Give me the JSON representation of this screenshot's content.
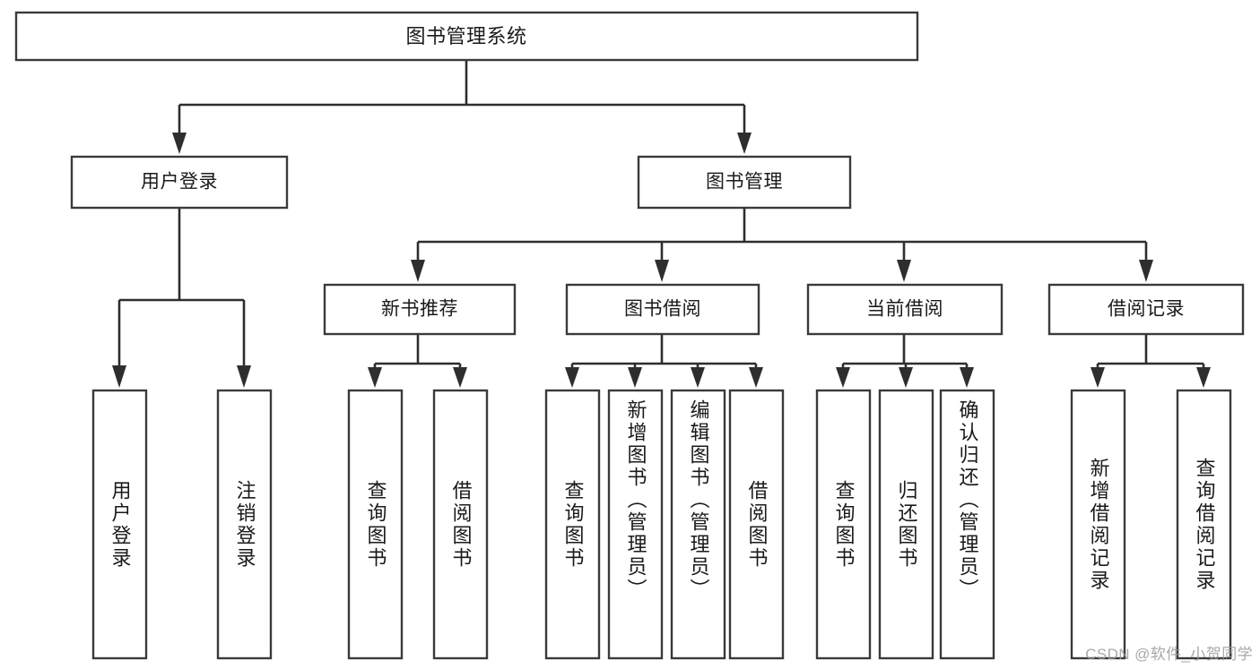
{
  "diagram": {
    "title": "图书管理系统",
    "type": "hierarchy-tree",
    "watermark": "CSDN @软件_小贺同学",
    "colors": {
      "box_fill": "#ffffff",
      "box_stroke": "#3a3a3a",
      "connector": "#2e2e2e",
      "text": "#1a1a1a",
      "watermark": "#9a9a9a",
      "background": "#ffffff"
    },
    "nodes": {
      "root": {
        "label": "图书管理系统"
      },
      "level2": [
        {
          "label": "用户登录"
        },
        {
          "label": "图书管理"
        }
      ],
      "level3": [
        {
          "label": "新书推荐"
        },
        {
          "label": "图书借阅"
        },
        {
          "label": "当前借阅"
        },
        {
          "label": "借阅记录"
        }
      ],
      "leaves": [
        {
          "label": "用户登录",
          "parent": "用户登录"
        },
        {
          "label": "注销登录",
          "parent": "用户登录"
        },
        {
          "label": "查询图书",
          "parent": "新书推荐"
        },
        {
          "label": "借阅图书",
          "parent": "新书推荐"
        },
        {
          "label": "查询图书",
          "parent": "图书借阅"
        },
        {
          "label": "新增图书（管理员）",
          "parent": "图书借阅"
        },
        {
          "label": "编辑图书（管理员）",
          "parent": "图书借阅"
        },
        {
          "label": "借阅图书",
          "parent": "图书借阅"
        },
        {
          "label": "查询图书",
          "parent": "当前借阅"
        },
        {
          "label": "归还图书",
          "parent": "当前借阅"
        },
        {
          "label": "确认归还（管理员）",
          "parent": "当前借阅"
        },
        {
          "label": "新增借阅记录",
          "parent": "借阅记录"
        },
        {
          "label": "查询借阅记录",
          "parent": "借阅记录"
        }
      ]
    }
  }
}
